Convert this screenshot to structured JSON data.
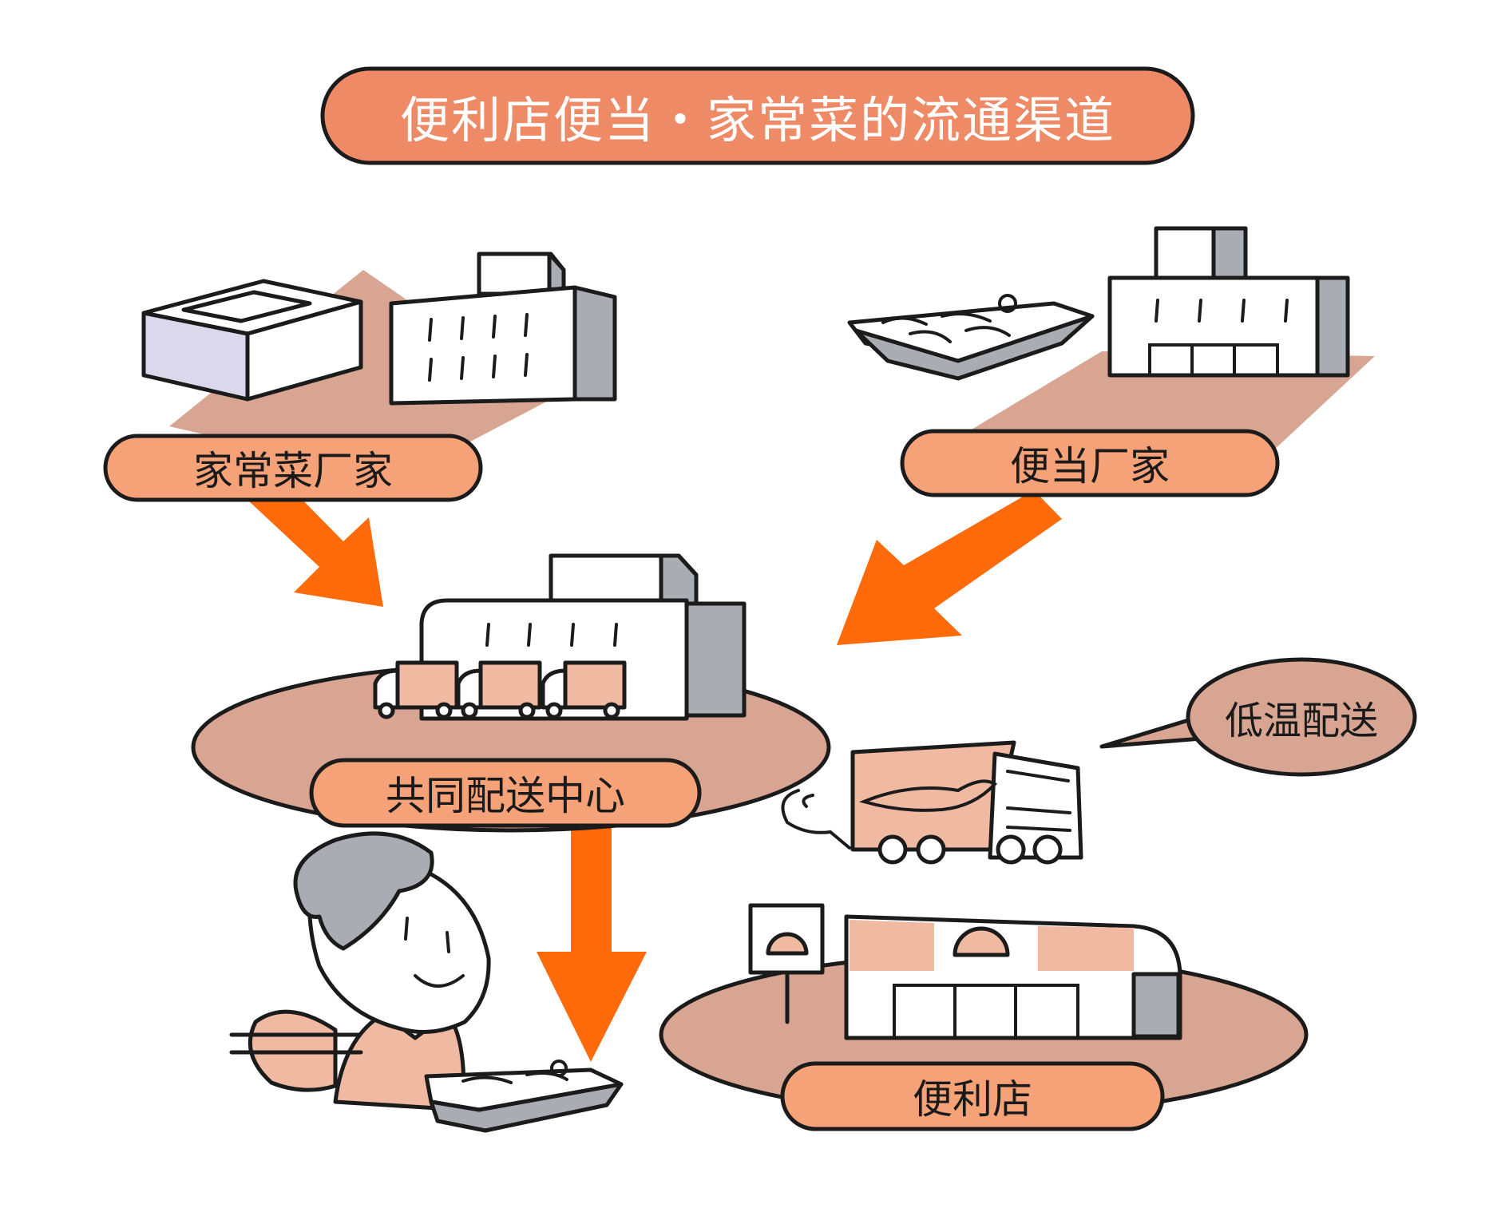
{
  "title": "便利店便当・家常菜的流通渠道",
  "nodes": {
    "side_dish_factory": "家常菜厂家",
    "bento_factory": "便当厂家",
    "distribution_center": "共同配送中心",
    "convenience_store": "便利店"
  },
  "callout": "低温配送",
  "colors": {
    "title_fill": "#ee8a66",
    "pill_fill": "#f6a278",
    "ground_fill": "#d8a592",
    "arrow_fill": "#ff6a0a",
    "shade_fill": "#a9acb3",
    "box_side": "#dcd8ec",
    "accent_fill": "#f0b9a2"
  },
  "icons": {
    "food_box": "side-dish-box-icon",
    "bento": "bento-box-icon",
    "factory": "factory-building-icon",
    "truck": "delivery-truck-icon",
    "store": "convenience-store-icon",
    "person": "man-eating-icon"
  }
}
